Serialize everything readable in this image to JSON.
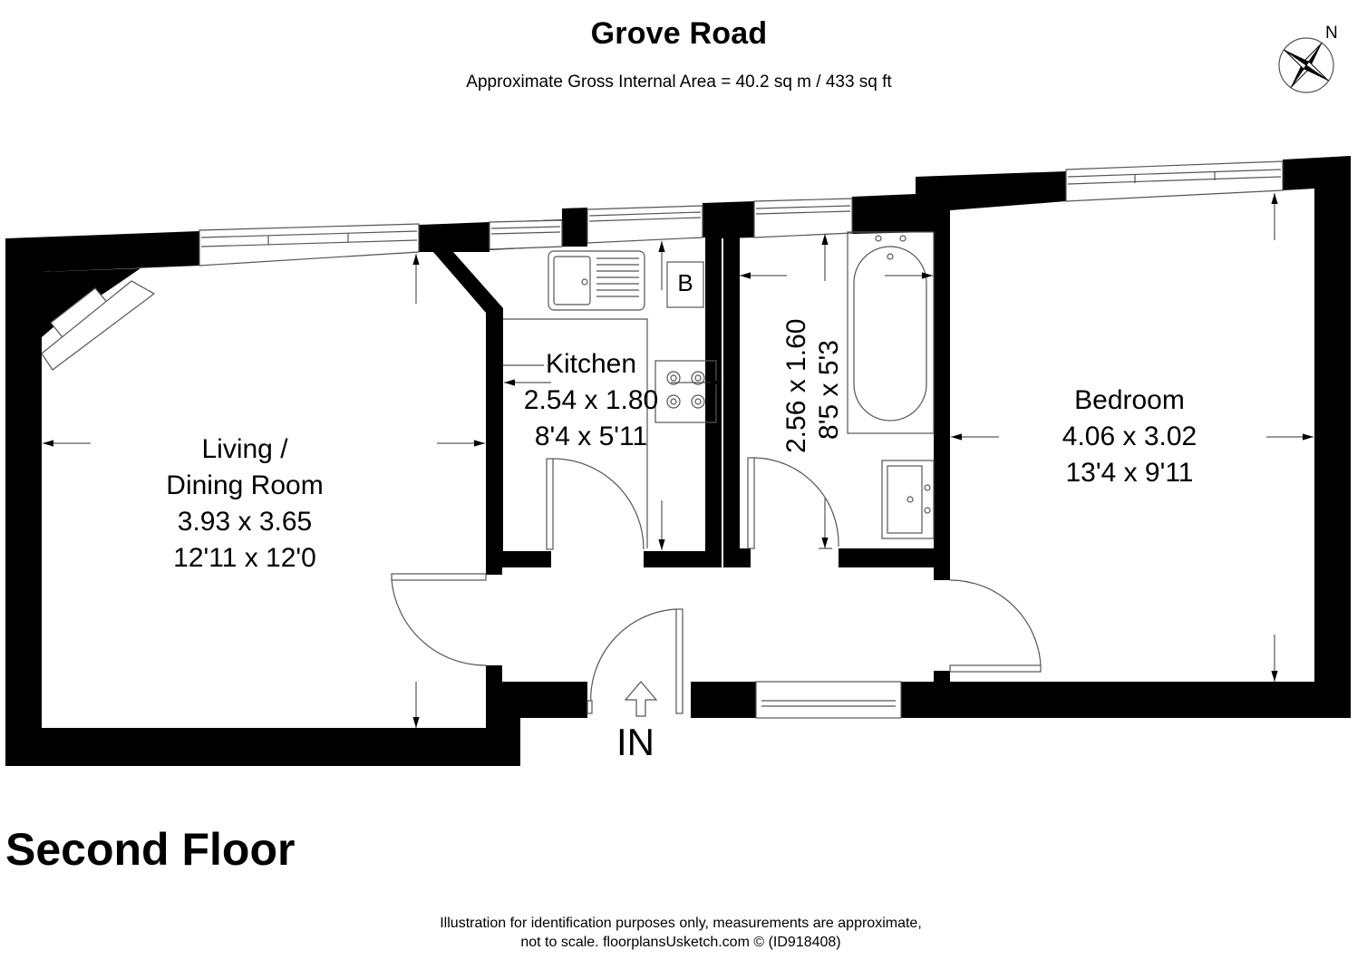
{
  "header": {
    "title": "Grove Road",
    "area": "Approximate Gross Internal Area = 40.2 sq m / 433 sq ft"
  },
  "compass": {
    "icon": "north-compass-rose-icon",
    "label": "N"
  },
  "floor": {
    "label": "Second Floor"
  },
  "rooms": {
    "living": {
      "name_line1": "Living /",
      "name_line2": "Dining Room",
      "metric": "3.93 x 3.65",
      "imperial": "12'11 x 12'0"
    },
    "kitchen": {
      "name": "Kitchen",
      "metric": "2.54 x 1.80",
      "imperial": "8'4 x 5'11"
    },
    "bathroom": {
      "metric": "2.56 x 1.60",
      "imperial": "8'5 x 5'3"
    },
    "bedroom": {
      "name": "Bedroom",
      "metric": "4.06 x 3.02",
      "imperial": "13'4 x 9'11"
    }
  },
  "fixtures": {
    "boiler_label": "B"
  },
  "entrance": {
    "label": "IN"
  },
  "footer": {
    "line1": "Illustration for identification purposes only, measurements are approximate,",
    "line2": "not to scale. floorplansUsketch.com © (ID918408)"
  },
  "colors": {
    "wall": "#000000",
    "line": "#555555",
    "background": "#ffffff"
  }
}
